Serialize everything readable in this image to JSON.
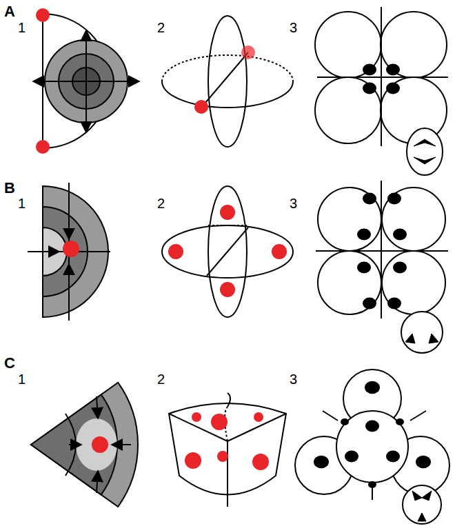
{
  "diagram": {
    "labels": [
      "A",
      "1",
      "2",
      "3",
      "B",
      "1",
      "2",
      "3",
      "C",
      "1",
      "2",
      "3"
    ]
  }
}
